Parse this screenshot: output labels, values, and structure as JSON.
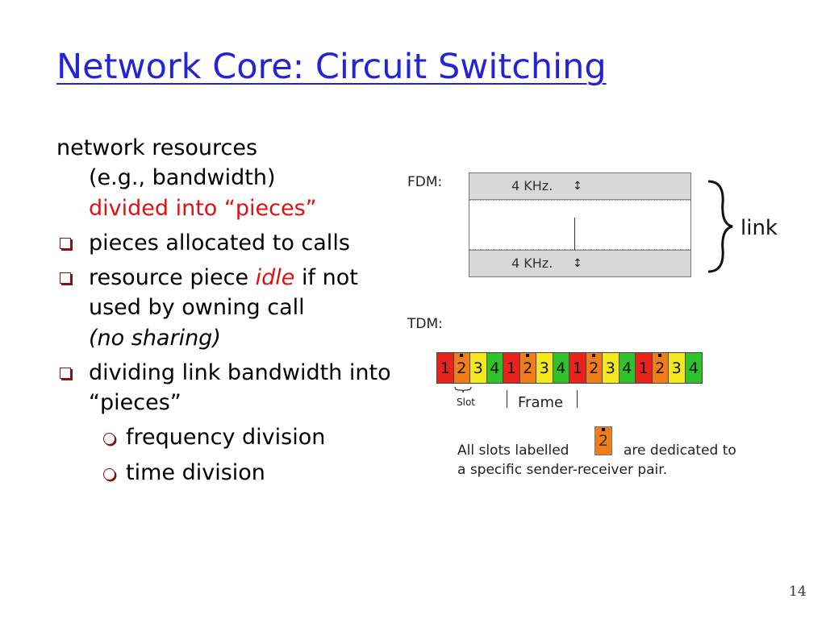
{
  "slide": {
    "title": "Network Core: Circuit Switching",
    "page_number": "14"
  },
  "body": {
    "lead_line1": "network resources",
    "lead_line2": "(e.g., bandwidth)",
    "lead_line3": "divided into “pieces”",
    "bullets": [
      {
        "text": "pieces allocated to calls"
      },
      {
        "text_pre": "resource piece ",
        "text_em": "idle",
        "text_post": " if not used by owning call",
        "text_paren": "(no sharing)"
      },
      {
        "text": "dividing link bandwidth into “pieces”"
      }
    ],
    "subbullets": [
      "frequency division",
      "time division"
    ]
  },
  "diagram": {
    "fdm_label": "FDM:",
    "band_top_label": "4 KHz.",
    "band_bottom_label": "4 KHz.",
    "link_label": "link",
    "tdm_label": "TDM:",
    "slots": [
      "1",
      "2",
      "3",
      "4",
      "1",
      "2",
      "3",
      "4",
      "1",
      "2",
      "3",
      "4",
      "1",
      "2",
      "3",
      "4"
    ],
    "slot_colors": {
      "1": "#e8231c",
      "2": "#f07d18",
      "3": "#f4e81c",
      "4": "#2fc22a"
    },
    "slot_label": "Slot",
    "frame_label": "Frame",
    "legend_pre": "All slots labelled",
    "legend_slot": "2",
    "legend_post": "are dedicated to",
    "legend_line2": "a specific sender-receiver pair."
  },
  "colors": {
    "title": "#2323d8",
    "highlight": "#e01010",
    "bullet": "#8b1010"
  }
}
